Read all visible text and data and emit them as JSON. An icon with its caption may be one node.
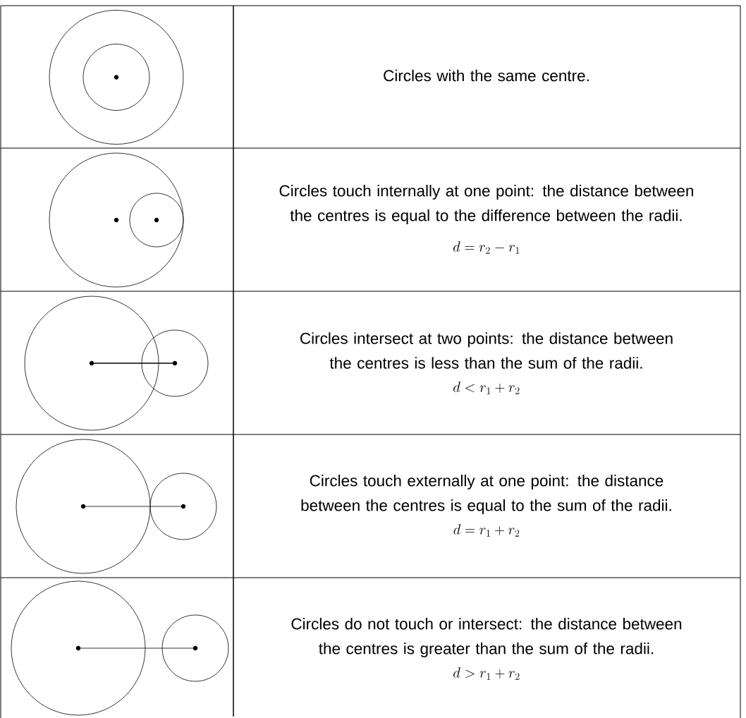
{
  "diagram": {
    "labels": [
      "Circles with the same centre.",
      "Circles touch internally at one point: the distance between the centres is equal to the difference between the radii.",
      "d = r_2 - r_1",
      "Circles intersect at two points: the distance between the centres is less than the sum of the radii.",
      "d < r_1 + r_2",
      "Circles touch externally at one point: the distance between the centres is equal to the sum of the radii.",
      "d = r_1 + r_2",
      "Circles do not touch or intersect: the distance between the centres is greater than the sum of the radii.",
      "d > r_1 + r_2"
    ]
  }
}
